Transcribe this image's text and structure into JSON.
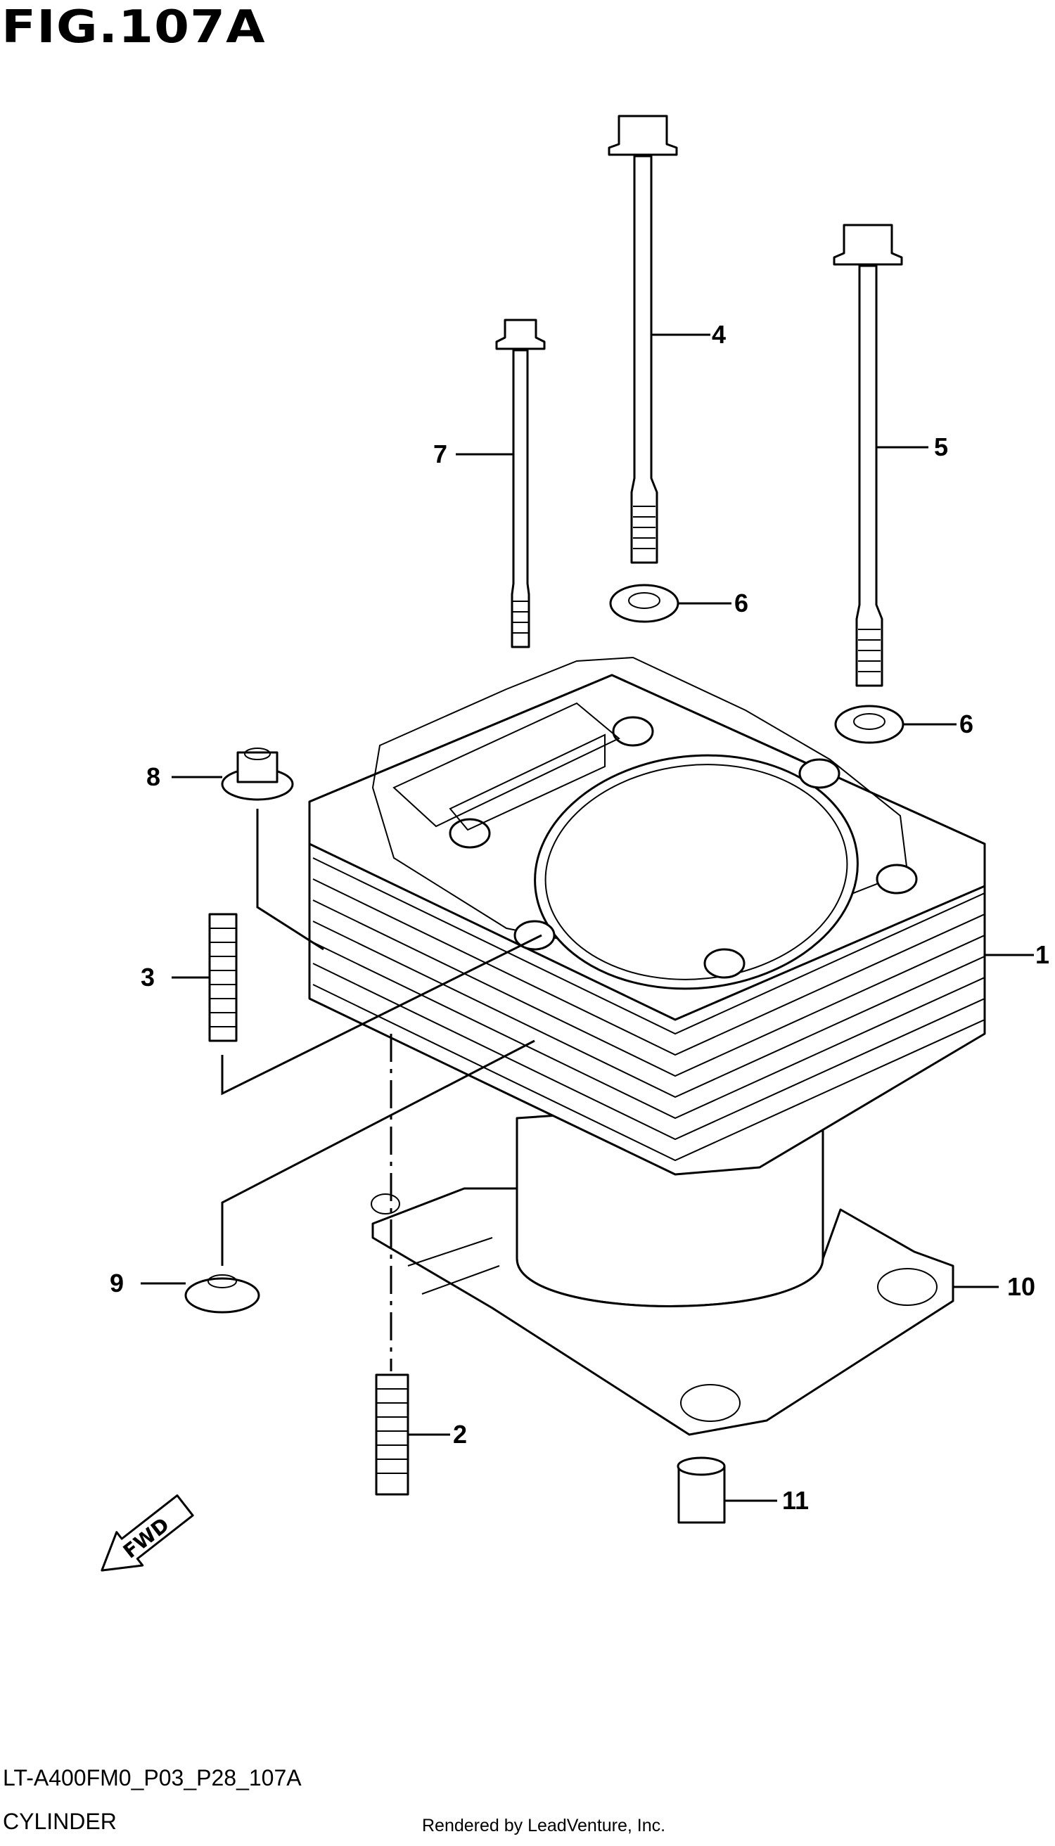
{
  "figure": {
    "title": "FIG.107A",
    "code": "LT-A400FM0_P03_P28_107A",
    "name": "CYLINDER",
    "credit": "Rendered by LeadVenture, Inc.",
    "fwd_label": "FWD"
  },
  "callouts": [
    {
      "id": "1",
      "label": "1"
    },
    {
      "id": "2",
      "label": "2"
    },
    {
      "id": "3",
      "label": "3"
    },
    {
      "id": "4",
      "label": "4"
    },
    {
      "id": "5",
      "label": "5"
    },
    {
      "id": "6a",
      "label": "6"
    },
    {
      "id": "6b",
      "label": "6"
    },
    {
      "id": "7",
      "label": "7"
    },
    {
      "id": "8",
      "label": "8"
    },
    {
      "id": "9",
      "label": "9"
    },
    {
      "id": "10",
      "label": "10"
    },
    {
      "id": "11",
      "label": "11"
    }
  ]
}
